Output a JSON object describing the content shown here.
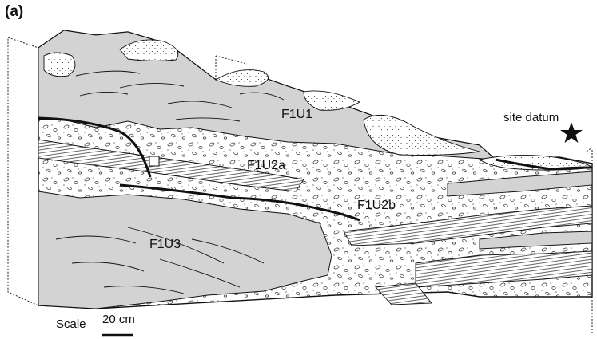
{
  "panel_label": "(a)",
  "units": {
    "f1u1": "F1U1",
    "f1u2a": "F1U2a",
    "f1u2b": "F1U2b",
    "f1u3": "F1U3"
  },
  "site_datum_label": "site datum",
  "scale": {
    "label": "Scale",
    "length": "20 cm"
  },
  "colors": {
    "fill_grey": "#d3d3d3",
    "line": "#111111",
    "background": "#ffffff"
  },
  "icons": {
    "datum_marker": "star-icon"
  }
}
